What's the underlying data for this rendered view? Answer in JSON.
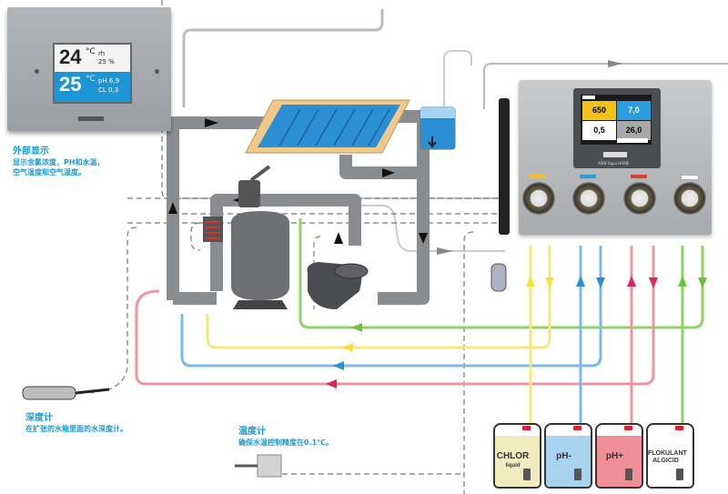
{
  "external_display": {
    "air_temp": "24",
    "temp_unit": "°C",
    "humidity_label": "rh",
    "humidity": "25 %",
    "water_temp": "25",
    "ph_label": "pH 6,9",
    "cl_label": "CL 0,3",
    "title": "外部显示",
    "description_line1": "显示余氯浓度，PH和水温，",
    "description_line2": "空气湿度和空气温度。"
  },
  "controller": {
    "cells": [
      {
        "value": "650",
        "color": "#f2c21b"
      },
      {
        "value": "7,0",
        "color": "#2b9be0"
      },
      {
        "value": "0,5",
        "color": "#ffffff"
      },
      {
        "value": "26,0",
        "color": "#a8a8a8"
      }
    ],
    "model": "ASIN Aqua HOME"
  },
  "depth_sensor": {
    "title": "深度计",
    "description": "在扩张的水箱里面的水深度计。"
  },
  "temp_sensor": {
    "title": "温度计",
    "description": "确保水温控制精度在0.1℃。"
  },
  "containers": [
    {
      "name": "CHLOR",
      "sub": "liquid",
      "fill": "#f3ebc0",
      "line": "#f5e33a"
    },
    {
      "name": "pH-",
      "sub": "",
      "fill": "#a9d2ef",
      "line": "#2b8fd6"
    },
    {
      "name": "pH+",
      "sub": "",
      "fill": "#ef8f98",
      "line": "#e0245a"
    },
    {
      "name": "FLOKULANT",
      "sub": "ALGICID",
      "fill": "#ffffff",
      "line": "#6cc23a"
    }
  ],
  "colors": {
    "pipe": "#8a8d90",
    "pool": "#2a8fd4",
    "deck": "#f2c98a",
    "yellow_line": "#f5e33a",
    "blue_line": "#2b8fd6",
    "red_line": "#e0245a",
    "green_line": "#6cc23a",
    "label": "#1a9ad6"
  }
}
